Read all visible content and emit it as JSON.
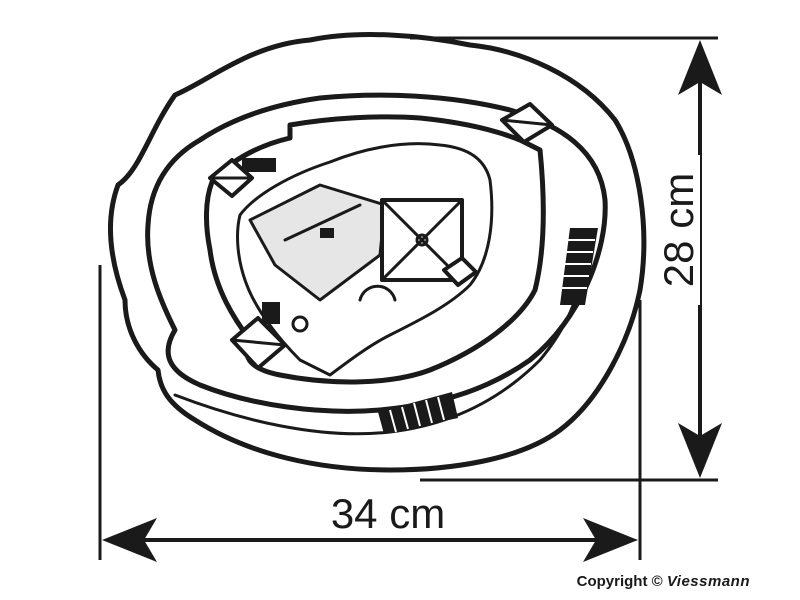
{
  "dimensions": {
    "width_label": "34 cm",
    "height_label": "28 cm"
  },
  "copyright": {
    "text": "Copyright © ",
    "brand": "Viessmann"
  },
  "colors": {
    "line": "#1a1a1a",
    "roof_fill": "#e6e6e6",
    "background": "#ffffff"
  }
}
